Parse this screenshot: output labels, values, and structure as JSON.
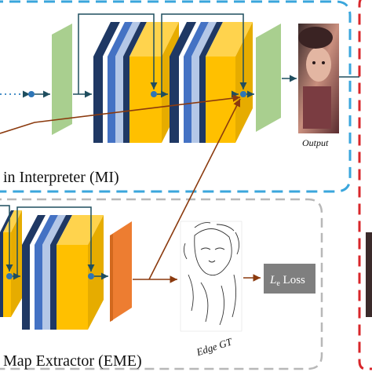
{
  "diagram": {
    "mi_label": "in Interpreter (MI)",
    "eme_label": "Map Extractor (EME)",
    "output_label": "Output",
    "edge_gt_label": "Edge GT",
    "loss_L": "L",
    "loss_sub": "e",
    "loss_rest": " Loss",
    "colors": {
      "mi_border": "#3aa6dc",
      "eme_border": "#b8b8b8",
      "red_border": "#d8262a",
      "green_block": "#a9cf8f",
      "orange_block": "#ed7d31",
      "yellow_block": "#ffc000",
      "navy_stripe": "#1f3864",
      "blue_stripe": "#4472c4",
      "light_stripe": "#b4c7e7",
      "teal_arrow": "#1f4e5f",
      "brown_arrow": "#8b3a0e",
      "loss_box": "#7f7f7f",
      "add_node": "#2e75b6"
    }
  }
}
